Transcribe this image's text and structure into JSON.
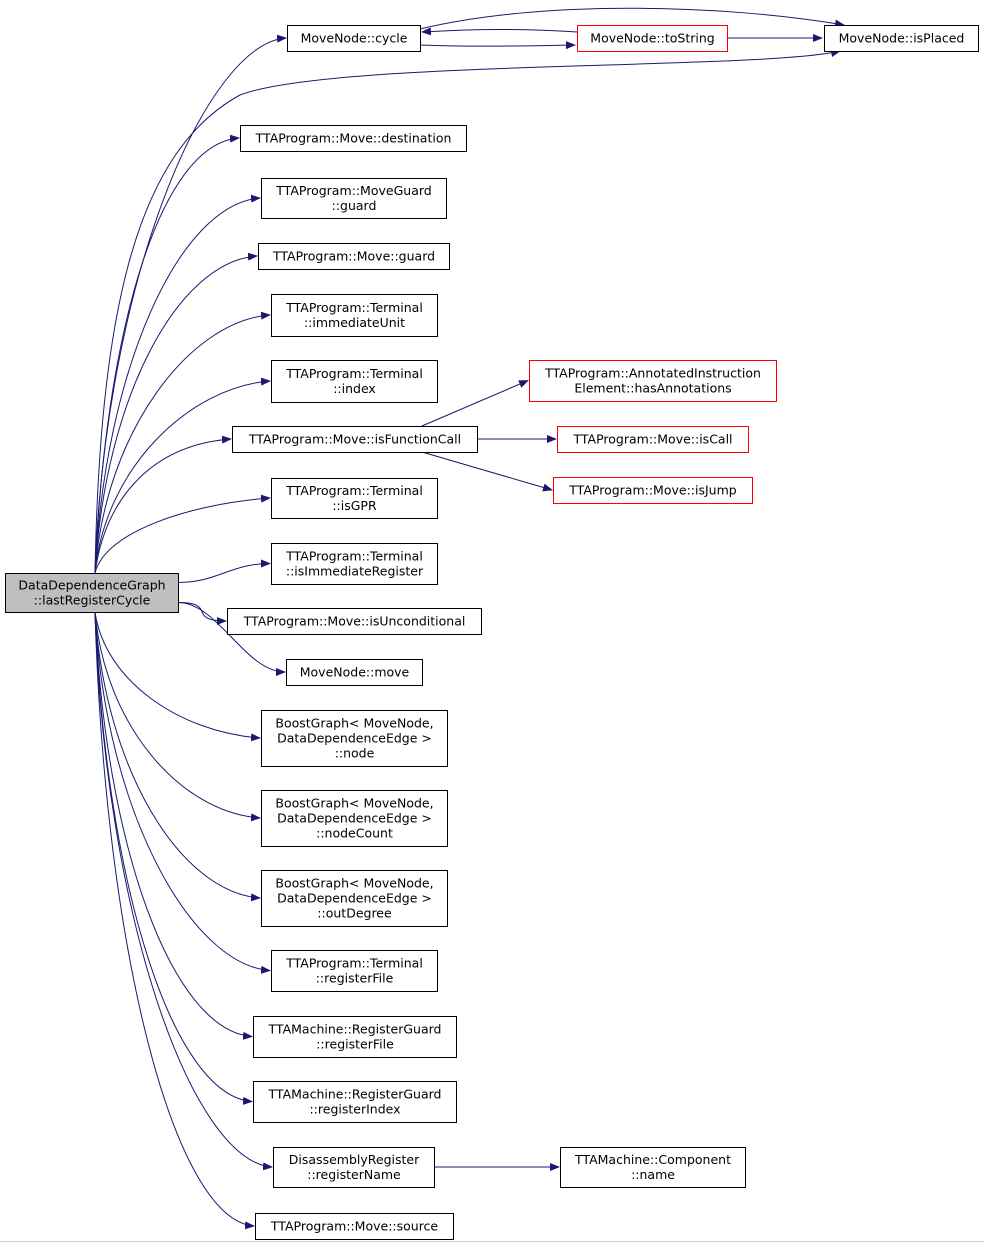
{
  "colors": {
    "edge": "#191970",
    "node_border": "#000000",
    "truncated_border": "#ff0000",
    "root_fill": "#bfbfbf",
    "node_fill": "#ffffff"
  },
  "nodes": [
    {
      "id": "root",
      "lines": [
        "DataDependenceGraph",
        "::lastRegisterCycle"
      ],
      "root": true
    },
    {
      "id": "mn_cycle",
      "lines": [
        "MoveNode::cycle"
      ]
    },
    {
      "id": "mn_tostring",
      "lines": [
        "MoveNode::toString"
      ],
      "truncated": true
    },
    {
      "id": "mn_isplaced",
      "lines": [
        "MoveNode::isPlaced"
      ]
    },
    {
      "id": "move_destination",
      "lines": [
        "TTAProgram::Move::destination"
      ]
    },
    {
      "id": "moveguard_guard",
      "lines": [
        "TTAProgram::MoveGuard",
        "::guard"
      ]
    },
    {
      "id": "move_guard",
      "lines": [
        "TTAProgram::Move::guard"
      ]
    },
    {
      "id": "term_immunit",
      "lines": [
        "TTAProgram::Terminal",
        "::immediateUnit"
      ]
    },
    {
      "id": "term_index",
      "lines": [
        "TTAProgram::Terminal",
        "::index"
      ]
    },
    {
      "id": "ai_hasannotations",
      "lines": [
        "TTAProgram::AnnotatedInstruction",
        "Element::hasAnnotations"
      ],
      "truncated": true
    },
    {
      "id": "move_isfunctioncall",
      "lines": [
        "TTAProgram::Move::isFunctionCall"
      ]
    },
    {
      "id": "move_iscall",
      "lines": [
        "TTAProgram::Move::isCall"
      ],
      "truncated": true
    },
    {
      "id": "move_isjump",
      "lines": [
        "TTAProgram::Move::isJump"
      ],
      "truncated": true
    },
    {
      "id": "term_isgpr",
      "lines": [
        "TTAProgram::Terminal",
        "::isGPR"
      ]
    },
    {
      "id": "term_isimmreg",
      "lines": [
        "TTAProgram::Terminal",
        "::isImmediateRegister"
      ]
    },
    {
      "id": "move_isuncond",
      "lines": [
        "TTAProgram::Move::isUnconditional"
      ]
    },
    {
      "id": "mn_move",
      "lines": [
        "MoveNode::move"
      ]
    },
    {
      "id": "bg_node",
      "lines": [
        "BoostGraph< MoveNode,",
        "DataDependenceEdge >",
        "::node"
      ]
    },
    {
      "id": "bg_nodecount",
      "lines": [
        "BoostGraph< MoveNode,",
        "DataDependenceEdge >",
        "::nodeCount"
      ]
    },
    {
      "id": "bg_outdegree",
      "lines": [
        "BoostGraph< MoveNode,",
        "DataDependenceEdge >",
        "::outDegree"
      ]
    },
    {
      "id": "term_regfile",
      "lines": [
        "TTAProgram::Terminal",
        "::registerFile"
      ]
    },
    {
      "id": "rg_regfile",
      "lines": [
        "TTAMachine::RegisterGuard",
        "::registerFile"
      ]
    },
    {
      "id": "rg_regindex",
      "lines": [
        "TTAMachine::RegisterGuard",
        "::registerIndex"
      ]
    },
    {
      "id": "dr_regname",
      "lines": [
        "DisassemblyRegister",
        "::registerName"
      ]
    },
    {
      "id": "comp_name",
      "lines": [
        "TTAMachine::Component",
        "::name"
      ]
    },
    {
      "id": "move_source",
      "lines": [
        "TTAProgram::Move::source"
      ]
    }
  ],
  "edges": [
    [
      "root",
      "mn_cycle"
    ],
    [
      "root",
      "mn_isplaced"
    ],
    [
      "root",
      "move_destination"
    ],
    [
      "root",
      "moveguard_guard"
    ],
    [
      "root",
      "move_guard"
    ],
    [
      "root",
      "term_immunit"
    ],
    [
      "root",
      "term_index"
    ],
    [
      "root",
      "move_isfunctioncall"
    ],
    [
      "root",
      "term_isgpr"
    ],
    [
      "root",
      "term_isimmreg"
    ],
    [
      "root",
      "move_isuncond"
    ],
    [
      "root",
      "mn_move"
    ],
    [
      "root",
      "bg_node"
    ],
    [
      "root",
      "bg_nodecount"
    ],
    [
      "root",
      "bg_outdegree"
    ],
    [
      "root",
      "term_regfile"
    ],
    [
      "root",
      "rg_regfile"
    ],
    [
      "root",
      "rg_regindex"
    ],
    [
      "root",
      "dr_regname"
    ],
    [
      "root",
      "move_source"
    ],
    [
      "mn_cycle",
      "mn_isplaced"
    ],
    [
      "mn_cycle",
      "mn_tostring"
    ],
    [
      "mn_tostring",
      "mn_cycle"
    ],
    [
      "mn_tostring",
      "mn_isplaced"
    ],
    [
      "move_isfunctioncall",
      "ai_hasannotations"
    ],
    [
      "move_isfunctioncall",
      "move_iscall"
    ],
    [
      "move_isfunctioncall",
      "move_isjump"
    ],
    [
      "dr_regname",
      "comp_name"
    ]
  ]
}
